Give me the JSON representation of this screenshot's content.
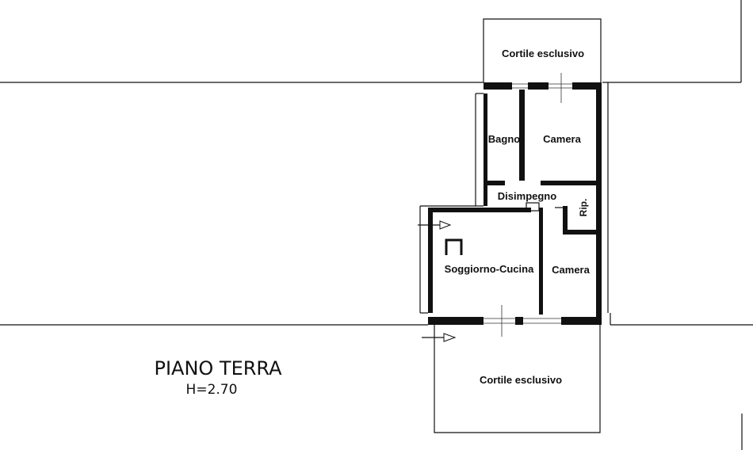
{
  "courtyard_top": "Cortile esclusivo",
  "courtyard_bottom": "Cortile esclusivo",
  "rooms": {
    "bagno": "Bagno",
    "camera_top": "Camera",
    "disimpegno": "Disimpegno",
    "ripostiglio": "Rip.",
    "soggiorno": "Soggiorno-Cucina",
    "camera_bottom": "Camera"
  },
  "floor": {
    "name": "PIANO TERRA",
    "height": "H=2.70"
  }
}
